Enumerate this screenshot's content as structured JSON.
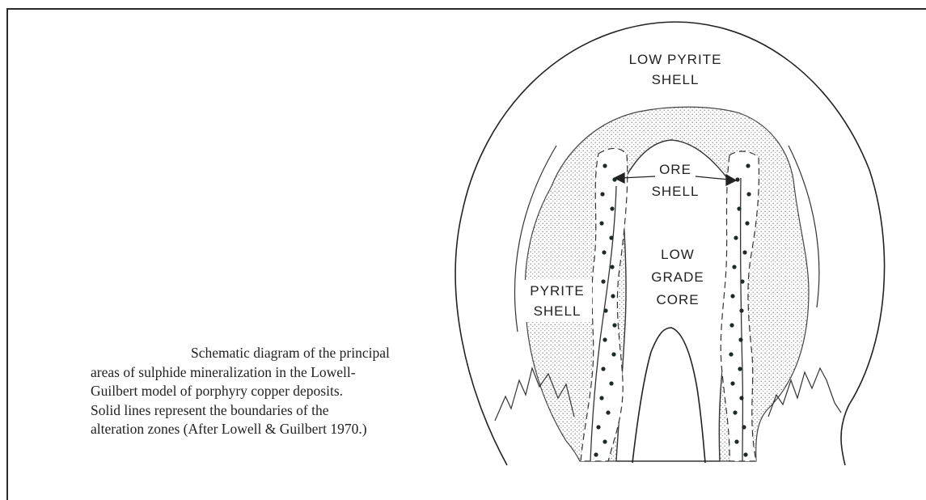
{
  "labels": {
    "low_pyrite_shell": [
      "LOW PYRITE",
      "SHELL"
    ],
    "ore_shell": [
      "ORE",
      "SHELL"
    ],
    "low_grade_core": [
      "LOW",
      "GRADE",
      "CORE"
    ],
    "pyrite_shell": [
      "PYRITE",
      "SHELL"
    ]
  },
  "caption": {
    "lines": [
      "Schematic diagram of the principal",
      "areas of sulphide mineralization in the Lowell-",
      "Guilbert model of porphyry copper deposits.",
      "Solid lines represent the boundaries of the",
      "alteration zones (After Lowell & Guilbert 1970.)"
    ]
  },
  "colors": {
    "ink": "#222222",
    "stipple": "#8a8a8a",
    "dot": "#1f2a26",
    "paper": "#ffffff"
  }
}
